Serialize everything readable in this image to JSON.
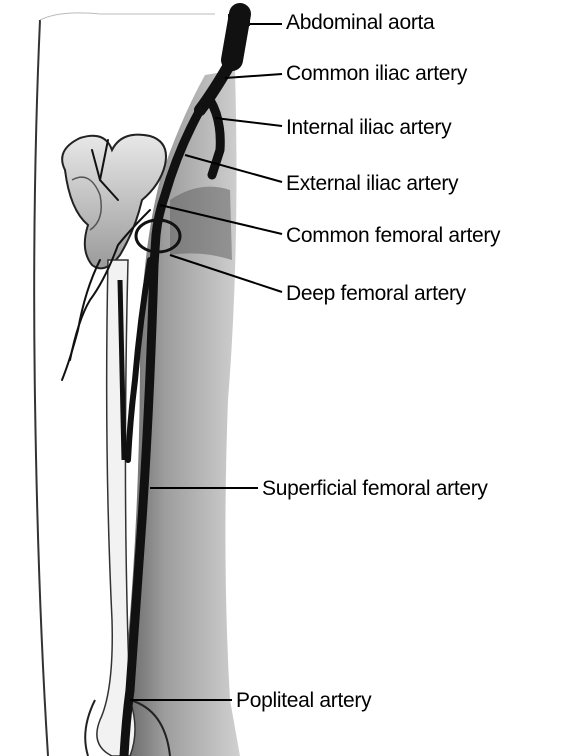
{
  "labels": {
    "abdominal_aorta": "Abdominal aorta",
    "common_iliac": "Common iliac artery",
    "internal_iliac": "Internal iliac artery",
    "external_iliac": "External iliac artery",
    "common_femoral": "Common femoral artery",
    "deep_femoral": "Deep femoral artery",
    "superficial_femoral": "Superficial femoral artery",
    "popliteal": "Popliteal artery"
  },
  "colors": {
    "artery": "#111111",
    "leader_line": "#000000",
    "thigh_shading": "#7a7a7a",
    "background": "#ffffff"
  }
}
